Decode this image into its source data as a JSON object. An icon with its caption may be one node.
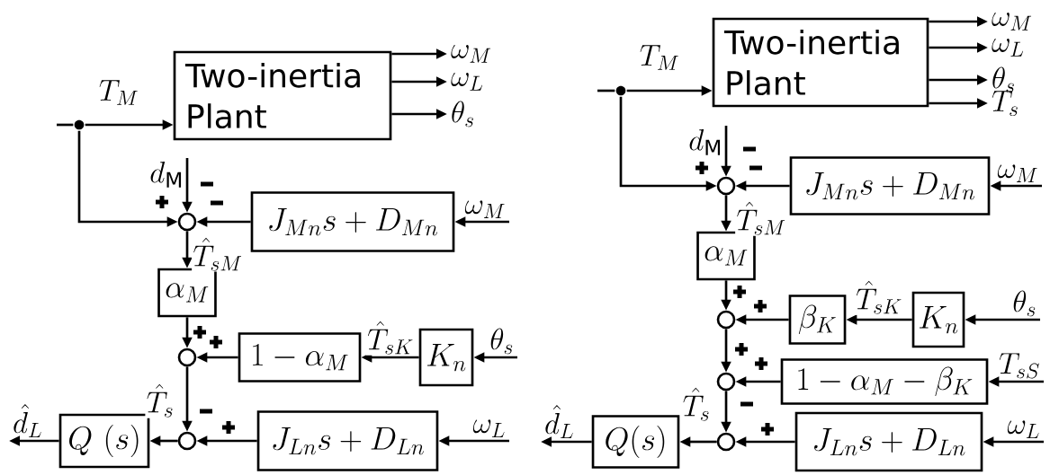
{
  "diagram": {
    "nodes": [
      {
        "text": [
          "Two-inertia Plant"
        ]
      },
      {
        "text": [],
        "shape": "dot"
      },
      {
        "text": [],
        "shape": "circle"
      },
      {
        "text": [
          "J_{Mn}s+D_{Mn}"
        ]
      },
      {
        "text": [
          "\\alpha_M"
        ]
      },
      {
        "text": [],
        "shape": "circle"
      },
      {
        "text": [
          "1-\\alpha_M"
        ]
      },
      {
        "text": [
          "K_n"
        ]
      },
      {
        "text": [],
        "shape": "circle"
      },
      {
        "text": [
          "J_{Ln}s+D_{Ln}"
        ]
      },
      {
        "text": [
          "Q\\ (s)"
        ]
      },
      {
        "text": [
          "\\omega_M"
        ]
      },
      {
        "text": [
          "\\omega_L"
        ]
      },
      {
        "text": [
          "\\theta_s"
        ]
      },
      {
        "text": [
          "d_{\\mathrm{M}}"
        ]
      },
      {
        "text": [
          "\\omega_M"
        ]
      },
      {
        "text": [
          "\\theta_s"
        ]
      },
      {
        "text": [
          "\\omega_L"
        ]
      },
      {
        "text": [
          "\\hat{d}_L"
        ]
      },
      {
        "text": [
          "Two-inertia Plant"
        ]
      },
      {
        "text": [],
        "shape": "dot"
      },
      {
        "text": [],
        "shape": "circle"
      },
      {
        "text": [
          "J_{Mn}s+D_{Mn}"
        ]
      },
      {
        "text": [
          "\\alpha_M"
        ]
      },
      {
        "text": [],
        "shape": "circle"
      },
      {
        "text": [
          "\\beta_K"
        ]
      },
      {
        "text": [
          "K_n"
        ]
      },
      {
        "text": [],
        "shape": "circle"
      },
      {
        "text": [
          "1-\\alpha_M-\\beta_K"
        ]
      },
      {
        "text": [],
        "shape": "circle"
      },
      {
        "text": [
          "J_{Ln}s+D_{Ln}"
        ]
      },
      {
        "text": [
          "Q(s)"
        ]
      },
      {
        "text": [
          "\\omega_M"
        ]
      },
      {
        "text": [
          "\\omega_L"
        ]
      },
      {
        "text": [
          "\\theta_s"
        ]
      },
      {
        "text": [
          "T_s"
        ]
      },
      {
        "text": [
          "d_{\\mathrm{M}}"
        ]
      },
      {
        "text": [
          "\\omega_M"
        ]
      },
      {
        "text": [
          "\\theta_s"
        ]
      },
      {
        "text": [
          "T_{sS}"
        ]
      },
      {
        "text": [
          "\\omega_L"
        ]
      },
      {
        "text": [
          "\\hat{d}_L"
        ]
      }
    ],
    "edges": [
      {
        "from": null,
        "to": 1,
        "arrow": "none"
      },
      {
        "from": 1,
        "to": 0,
        "arrow": "to",
        "label": "T_M"
      },
      {
        "from": 1,
        "to": 2,
        "arrow": "to"
      },
      {
        "from": 0,
        "to": 11,
        "arrow": "to"
      },
      {
        "from": 0,
        "to": 12,
        "arrow": "to"
      },
      {
        "from": 0,
        "to": 13,
        "arrow": "to"
      },
      {
        "from": 14,
        "to": 2,
        "arrow": "to"
      },
      {
        "from": 15,
        "to": 3,
        "arrow": "to"
      },
      {
        "from": 3,
        "to": 2,
        "arrow": "to"
      },
      {
        "from": 2,
        "to": 4,
        "arrow": "to",
        "label": "\\hat{T}_{sM}"
      },
      {
        "from": 4,
        "to": 5,
        "arrow": "to"
      },
      {
        "from": 16,
        "to": 7,
        "arrow": "to"
      },
      {
        "from": 7,
        "to": 6,
        "arrow": "to",
        "label": "\\hat{T}_{sK}"
      },
      {
        "from": 6,
        "to": 5,
        "arrow": "to"
      },
      {
        "from": 5,
        "to": 8,
        "arrow": "to",
        "label": "\\hat{T}_s"
      },
      {
        "from": 17,
        "to": 9,
        "arrow": "to"
      },
      {
        "from": 9,
        "to": 8,
        "arrow": "to"
      },
      {
        "from": 8,
        "to": 10,
        "arrow": "to"
      },
      {
        "from": 10,
        "to": 18,
        "arrow": "to"
      },
      {
        "from": null,
        "to": 20,
        "arrow": "none"
      },
      {
        "from": 20,
        "to": 19,
        "arrow": "to",
        "label": "T_M"
      },
      {
        "from": 20,
        "to": 21,
        "arrow": "to"
      },
      {
        "from": 19,
        "to": 32,
        "arrow": "to"
      },
      {
        "from": 19,
        "to": 33,
        "arrow": "to"
      },
      {
        "from": 19,
        "to": 34,
        "arrow": "to"
      },
      {
        "from": 19,
        "to": 35,
        "arrow": "to"
      },
      {
        "from": 36,
        "to": 21,
        "arrow": "to"
      },
      {
        "from": 37,
        "to": 22,
        "arrow": "to"
      },
      {
        "from": 22,
        "to": 21,
        "arrow": "to"
      },
      {
        "from": 21,
        "to": 23,
        "arrow": "to",
        "label": "\\hat{T}_{sM}"
      },
      {
        "from": 23,
        "to": 24,
        "arrow": "to"
      },
      {
        "from": 38,
        "to": 26,
        "arrow": "to"
      },
      {
        "from": 26,
        "to": 25,
        "arrow": "to",
        "label": "\\hat{T}_{sK}"
      },
      {
        "from": 25,
        "to": 24,
        "arrow": "to"
      },
      {
        "from": 24,
        "to": 27,
        "arrow": "to"
      },
      {
        "from": 39,
        "to": 28,
        "arrow": "to"
      },
      {
        "from": 28,
        "to": 27,
        "arrow": "to"
      },
      {
        "from": 27,
        "to": 29,
        "arrow": "to",
        "label": "\\hat{T}_s"
      },
      {
        "from": 40,
        "to": 30,
        "arrow": "to"
      },
      {
        "from": 30,
        "to": 29,
        "arrow": "to"
      },
      {
        "from": 29,
        "to": 31,
        "arrow": "to"
      },
      {
        "from": 31,
        "to": 41,
        "arrow": "to"
      }
    ]
  }
}
